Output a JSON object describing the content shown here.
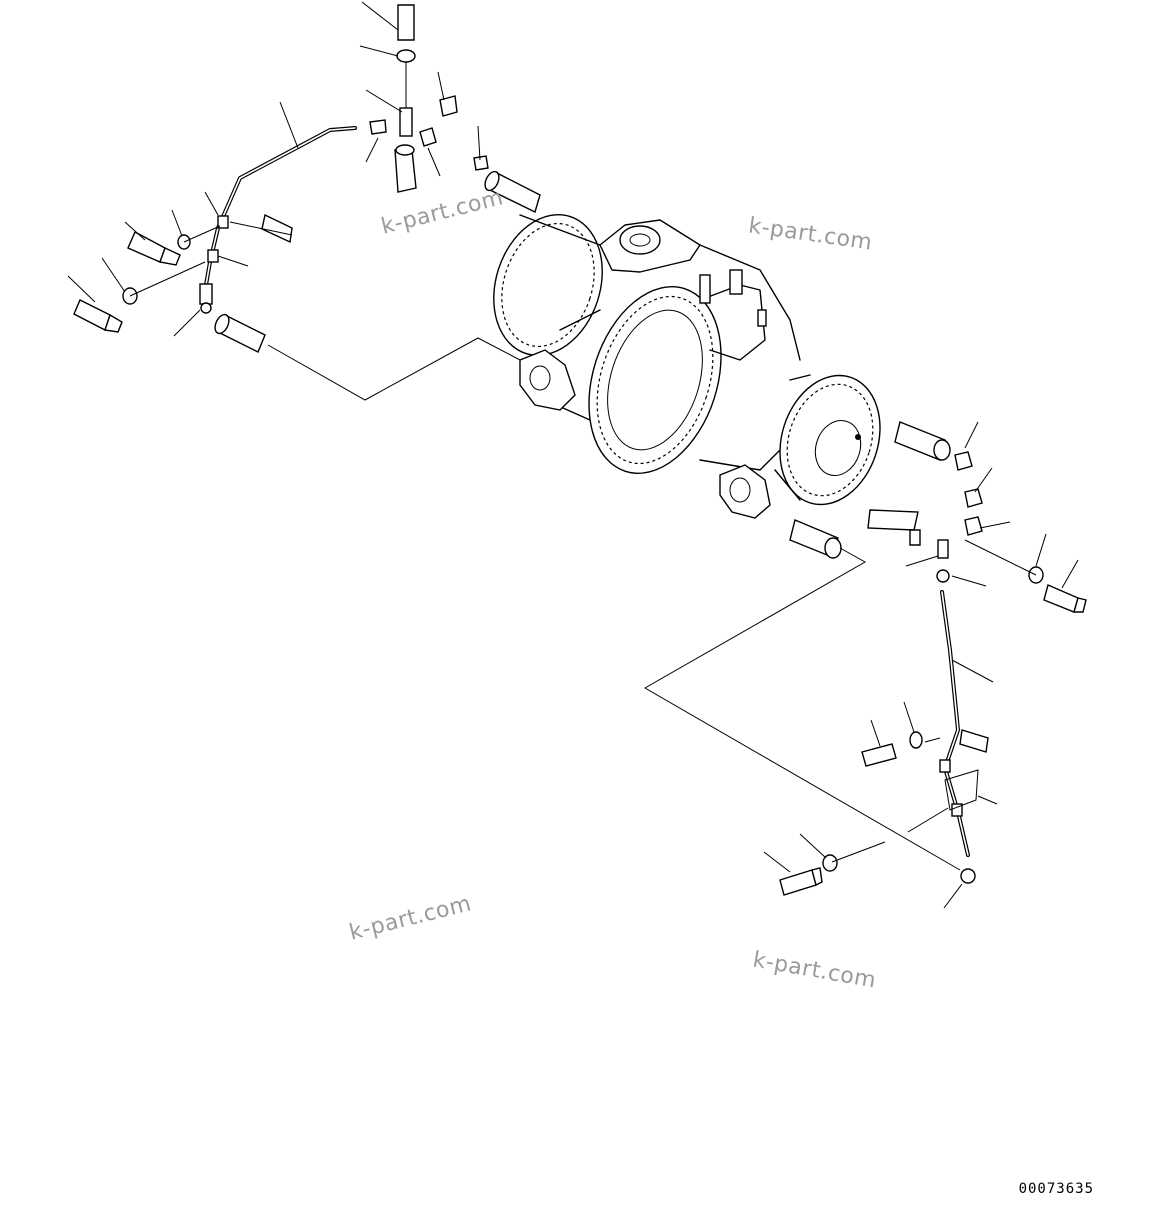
{
  "watermarks": [
    "k-part.com",
    "k-part.com",
    "k-part.com",
    "k-part.com"
  ],
  "drawing_code": "00073635",
  "subject": {
    "components": [
      "axle-housing",
      "left-lubrication-pipe",
      "right-lubrication-pipe",
      "mounting-bolt",
      "washer",
      "grease-fitting",
      "elbow-fitting",
      "pivot-pin",
      "clamp-bracket"
    ]
  }
}
